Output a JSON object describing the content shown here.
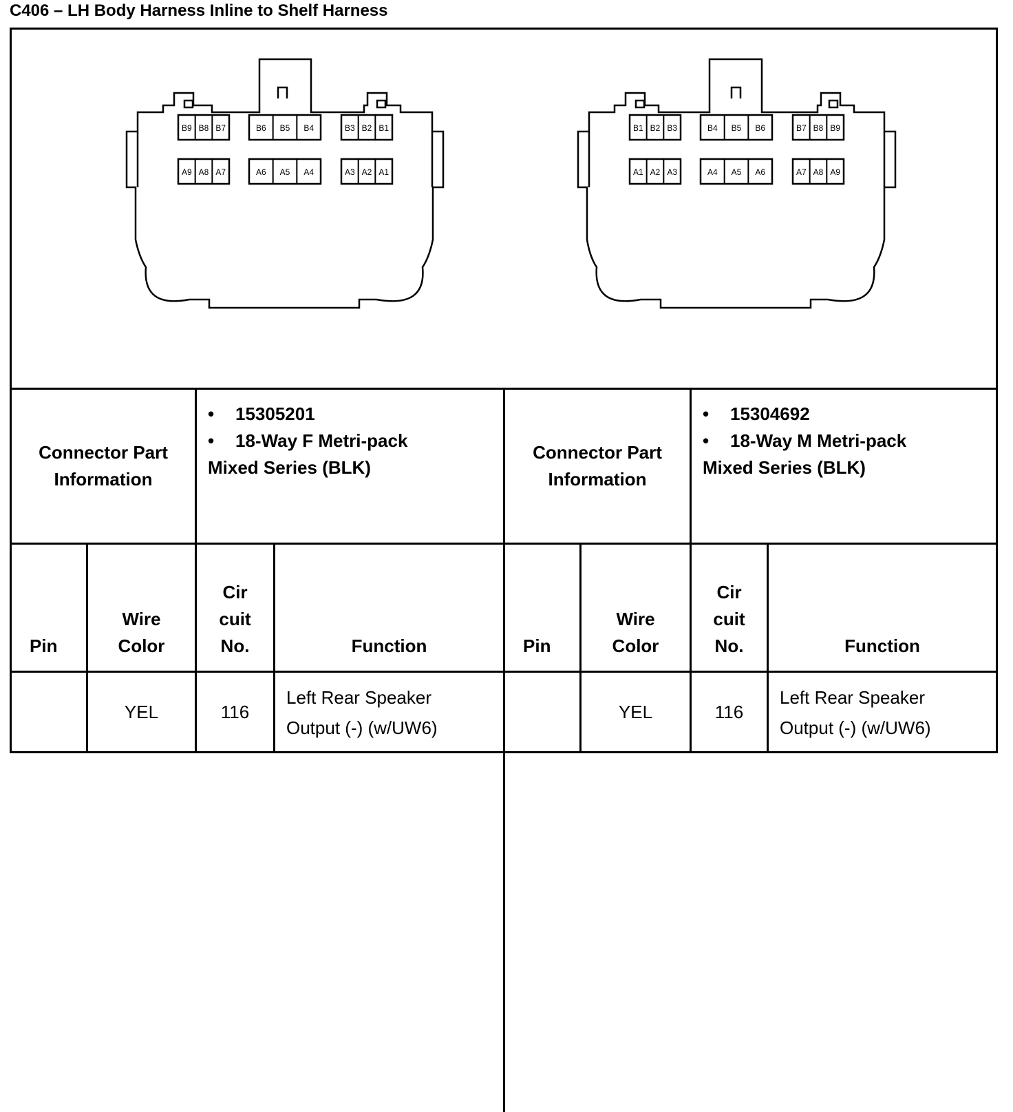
{
  "title": "C406 – LH Body Harness Inline to Shelf Harness",
  "connectors": [
    {
      "pins_b": [
        "B9",
        "B8",
        "B7",
        "B6",
        "B5",
        "B4",
        "B3",
        "B2",
        "B1"
      ],
      "pins_a": [
        "A9",
        "A8",
        "A7",
        "A6",
        "A5",
        "A4",
        "A3",
        "A2",
        "A1"
      ],
      "info_label_line1": "Connector Part",
      "info_label_line2": "Information",
      "part_number": "15305201",
      "part_desc_line1": "18-Way F Metri-pack",
      "part_desc_line2": "Mixed Series (BLK)"
    },
    {
      "pins_b": [
        "B1",
        "B2",
        "B3",
        "B4",
        "B5",
        "B6",
        "B7",
        "B8",
        "B9"
      ],
      "pins_a": [
        "A1",
        "A2",
        "A3",
        "A4",
        "A5",
        "A6",
        "A7",
        "A8",
        "A9"
      ],
      "info_label_line1": "Connector Part",
      "info_label_line2": "Information",
      "part_number": "15304692",
      "part_desc_line1": "18-Way M Metri-pack",
      "part_desc_line2": "Mixed Series (BLK)"
    }
  ],
  "bullet": "•",
  "headers": {
    "pin": "Pin",
    "wire_1": "Wire",
    "wire_2": "Color",
    "circuit_1": "Cir",
    "circuit_2": "cuit",
    "circuit_3": "No.",
    "function": "Function"
  },
  "rows": [
    {
      "left": {
        "pin": "",
        "wire_color": "YEL",
        "circuit": "116",
        "function_line1": "Left Rear Speaker",
        "function_line2": "Output (-) (w/UW6)"
      },
      "right": {
        "pin": "",
        "wire_color": "YEL",
        "circuit": "116",
        "function_line1": "Left Rear Speaker",
        "function_line2": "Output (-) (w/UW6)"
      }
    }
  ]
}
